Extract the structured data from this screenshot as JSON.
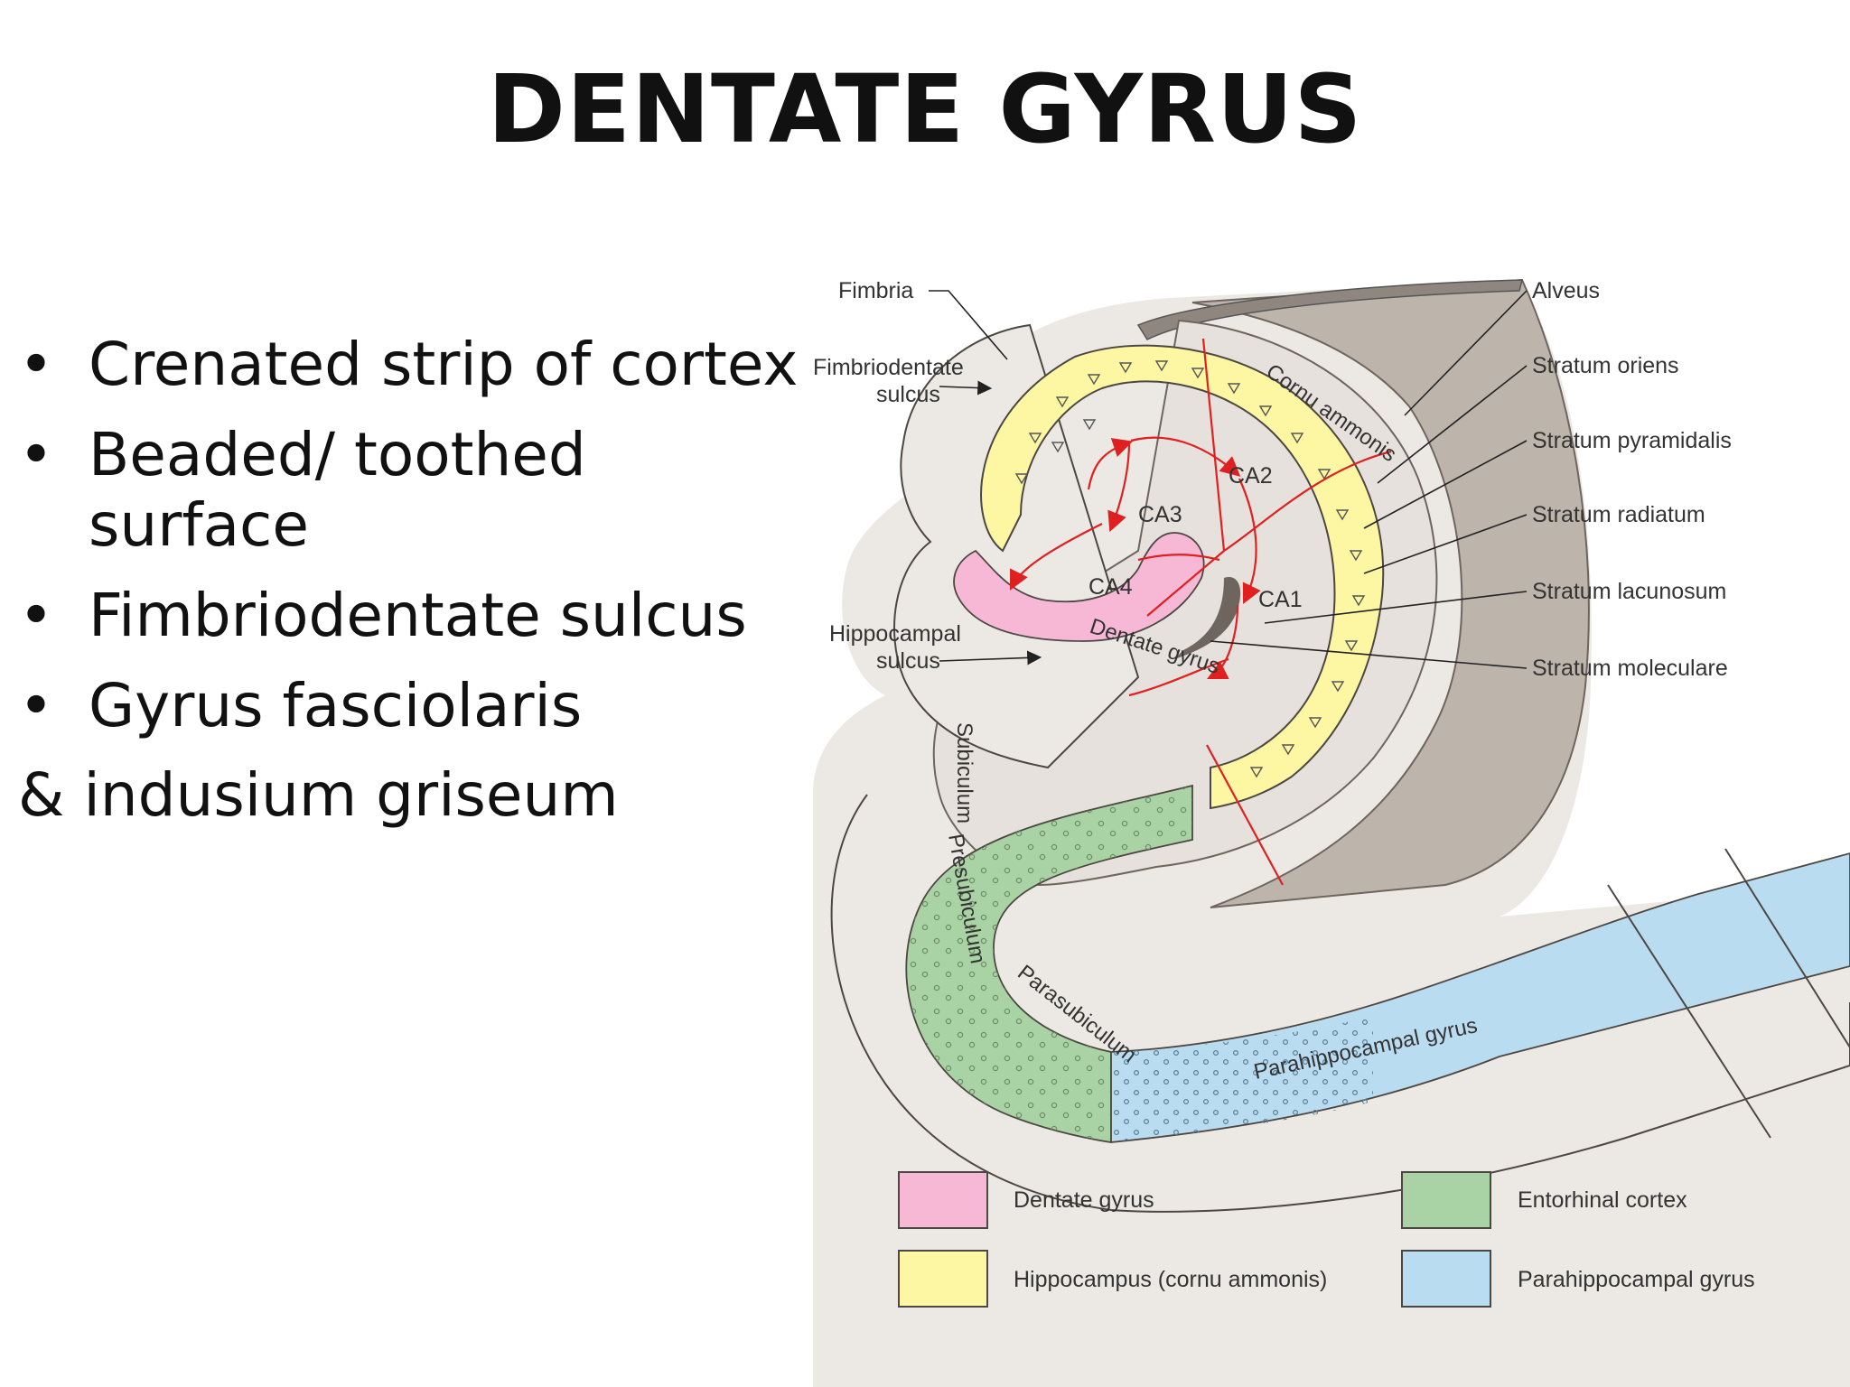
{
  "title": "DENTATE GYRUS",
  "bullets": [
    {
      "text": "Crenated strip of cortex",
      "marker": "•"
    },
    {
      "text": "Beaded/ toothed surface",
      "marker": "•"
    },
    {
      "text": "Fimbriodentate sulcus",
      "marker": "•"
    },
    {
      "text": "Gyrus fasciolaris",
      "marker": "•"
    },
    {
      "text": "& indusium griseum",
      "marker": ""
    }
  ],
  "diagram": {
    "left_labels": {
      "fimbria": "Fimbria",
      "fimbriodentate_line1": "Fimbriodentate",
      "fimbriodentate_line2": "sulcus",
      "hippocampal_line1": "Hippocampal",
      "hippocampal_line2": "sulcus"
    },
    "right_labels": {
      "alveus": "Alveus",
      "stratum_oriens": "Stratum oriens",
      "stratum_pyramidalis": "Stratum pyramidalis",
      "stratum_radiatum": "Stratum radiatum",
      "stratum_lacunosum": "Stratum lacunosum",
      "stratum_moleculare": "Stratum moleculare"
    },
    "inner_labels": {
      "cornu_ammonis": "Cornu ammonis",
      "ca1": "CA1",
      "ca2": "CA2",
      "ca3": "CA3",
      "ca4": "CA4",
      "dentate_gyrus": "Dentate gyrus",
      "subiculum": "Subiculum",
      "presubiculum": "Presubiculum",
      "parasubiculum": "Parasubiculum",
      "parahippocampal_gyrus": "Parahippocampal gyrus"
    },
    "colors": {
      "dentate": "#f7b8d6",
      "hippocampus": "#fdf6a3",
      "entorhinal": "#a9d3a4",
      "parahippocampal": "#b9dcf1",
      "tissue": "#ece8e4",
      "shadow": "#b3aaa2",
      "pathway": "#e02020"
    },
    "legend": [
      {
        "label": "Dentate gyrus",
        "color": "#f7b8d6"
      },
      {
        "label": "Hippocampus (cornu ammonis)",
        "color": "#fdf6a3"
      },
      {
        "label": "Entorhinal cortex",
        "color": "#a9d3a4"
      },
      {
        "label": "Parahippocampal gyrus",
        "color": "#b9dcf1"
      }
    ]
  }
}
